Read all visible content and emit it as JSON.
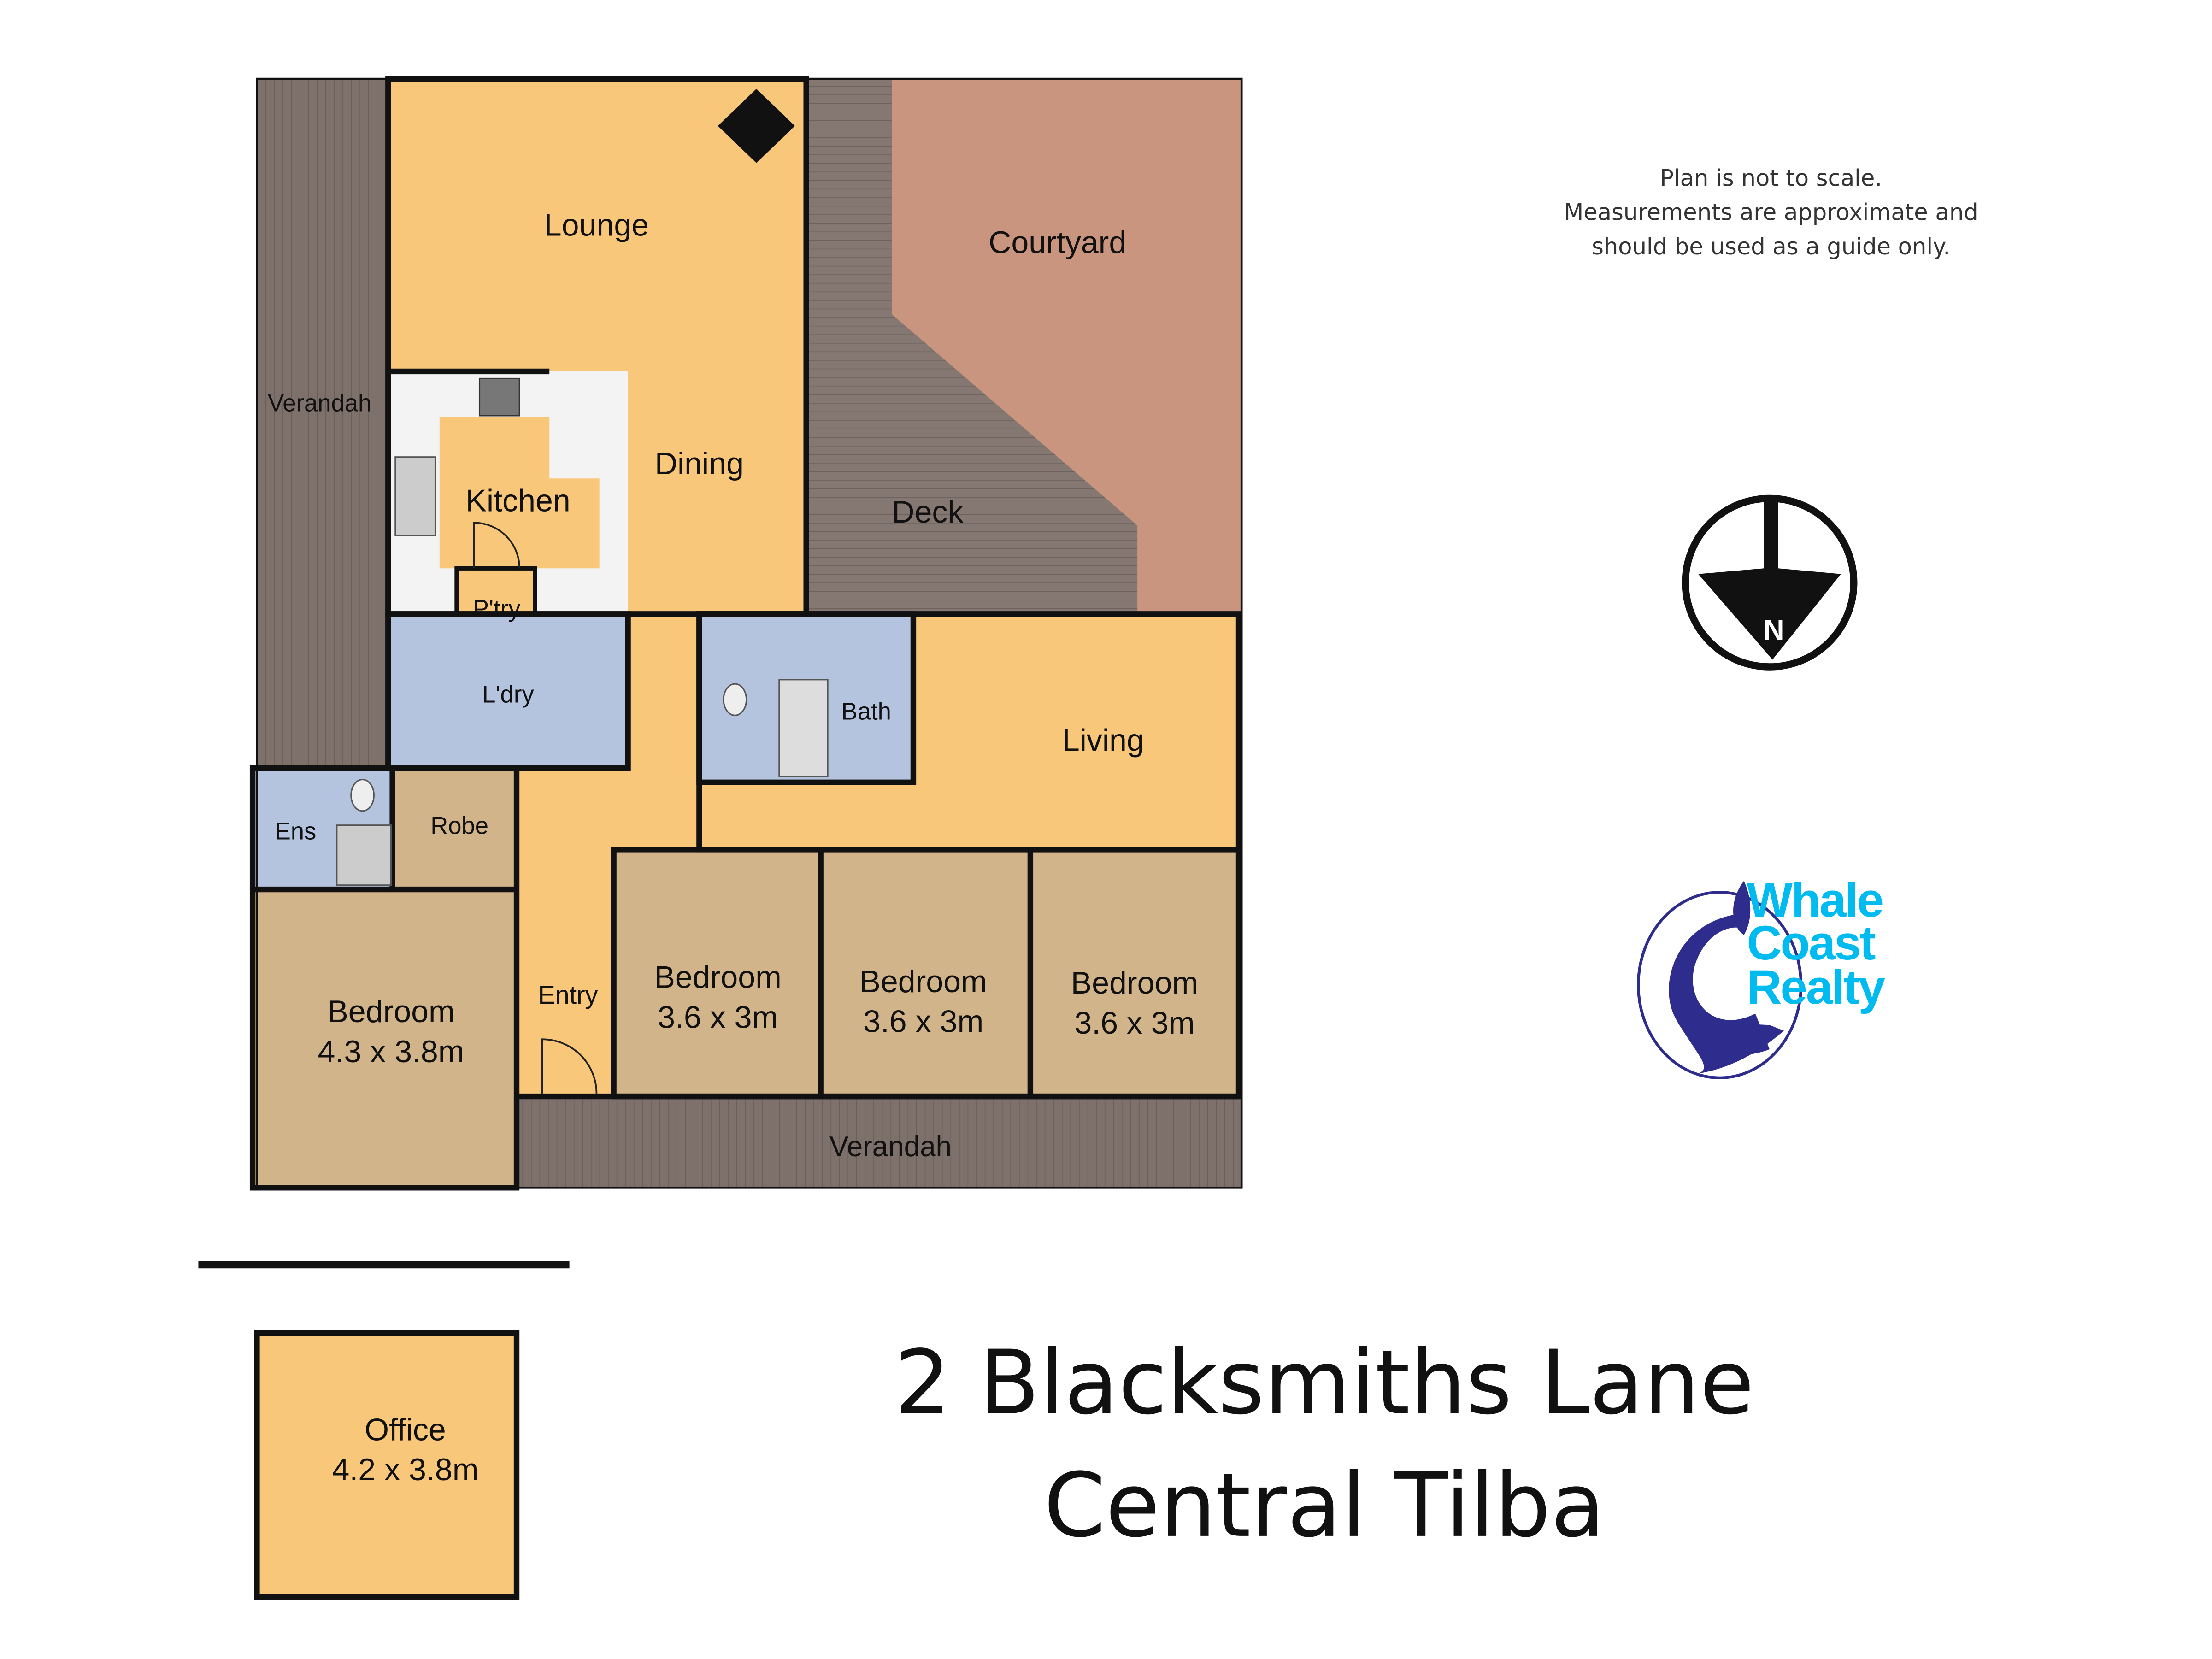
{
  "disclaimer": {
    "line1": "Plan is not to scale.",
    "line2": "Measurements are approximate and",
    "line3": "should be used as a guide only."
  },
  "address": {
    "line1": "2 Blacksmiths Lane",
    "line2": "Central Tilba"
  },
  "logo": {
    "line1": "Whale",
    "line2": "Coast",
    "line3": "Realty",
    "text_color": "#00BBF0",
    "whale_color": "#2E2D8E"
  },
  "compass": {
    "label": "N"
  },
  "colors": {
    "living": "#F9C77A",
    "bedroom": "#D2B48A",
    "wet": "#B4C4DF",
    "timber": "#7E716B",
    "courtyard": "#C9957E"
  },
  "rooms": {
    "lounge": "Lounge",
    "dining": "Dining",
    "kitchen": "Kitchen",
    "pantry": "P'try",
    "laundry": "L'dry",
    "bath": "Bath",
    "living": "Living",
    "courtyard": "Courtyard",
    "deck": "Deck",
    "verandah_side": "Verandah",
    "verandah_front": "Verandah",
    "ensuite": "Ens",
    "robe": "Robe",
    "entry": "Entry",
    "bedroom_main": {
      "name": "Bedroom",
      "size": "4.3 x 3.8m"
    },
    "bedroom_2": {
      "name": "Bedroom",
      "size": "3.6 x 3m"
    },
    "bedroom_3": {
      "name": "Bedroom",
      "size": "3.6 x 3m"
    },
    "bedroom_4": {
      "name": "Bedroom",
      "size": "3.6 x 3m"
    },
    "office": {
      "name": "Office",
      "size": "4.2 x 3.8m"
    }
  }
}
